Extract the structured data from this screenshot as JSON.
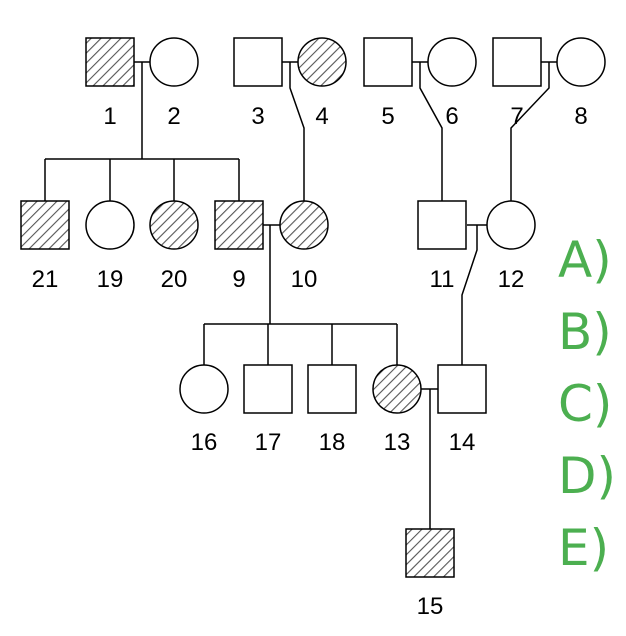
{
  "colors": {
    "line": "#000000",
    "affected_hatch": "#555555",
    "option_green": "#4caf50"
  },
  "individuals": [
    {
      "id": "1",
      "sex": "male",
      "affected": true
    },
    {
      "id": "2",
      "sex": "female",
      "affected": false
    },
    {
      "id": "3",
      "sex": "male",
      "affected": false
    },
    {
      "id": "4",
      "sex": "female",
      "affected": true
    },
    {
      "id": "5",
      "sex": "male",
      "affected": false
    },
    {
      "id": "6",
      "sex": "female",
      "affected": false
    },
    {
      "id": "7",
      "sex": "male",
      "affected": false
    },
    {
      "id": "8",
      "sex": "female",
      "affected": false
    },
    {
      "id": "21",
      "sex": "male",
      "affected": true
    },
    {
      "id": "19",
      "sex": "female",
      "affected": false
    },
    {
      "id": "20",
      "sex": "female",
      "affected": true
    },
    {
      "id": "9",
      "sex": "male",
      "affected": true
    },
    {
      "id": "10",
      "sex": "female",
      "affected": true
    },
    {
      "id": "11",
      "sex": "male",
      "affected": false
    },
    {
      "id": "12",
      "sex": "female",
      "affected": false
    },
    {
      "id": "16",
      "sex": "female",
      "affected": false
    },
    {
      "id": "17",
      "sex": "male",
      "affected": false
    },
    {
      "id": "18",
      "sex": "male",
      "affected": false
    },
    {
      "id": "13",
      "sex": "female",
      "affected": true
    },
    {
      "id": "14",
      "sex": "male",
      "affected": false
    },
    {
      "id": "15",
      "sex": "male",
      "affected": true
    }
  ],
  "options": [
    "A)",
    "B)",
    "C)",
    "D)",
    "E)"
  ]
}
